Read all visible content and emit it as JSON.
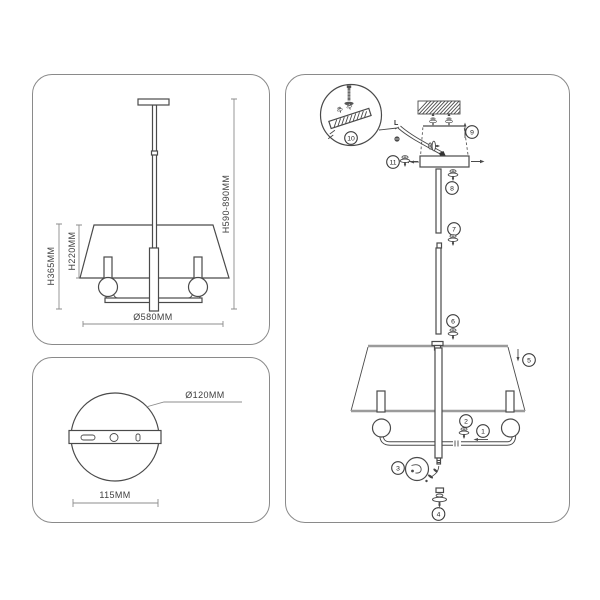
{
  "dimensions_panel": {
    "height_total": "H590-890MM",
    "height_fixture": "H365MM",
    "height_shade": "H220MM",
    "diameter_shade": "Ø580MM"
  },
  "canopy_panel": {
    "diameter": "Ø120MM",
    "plate_width": "115MM"
  },
  "assembly_panel": {
    "wire_label": "L",
    "steps": [
      "1",
      "2",
      "3",
      "4",
      "5",
      "6",
      "7",
      "8",
      "9",
      "10",
      "11"
    ]
  },
  "colors": {
    "line": "#4a4a4a",
    "shade_rim": "#9b9b9b",
    "panel_border": "#8a8a8a",
    "background": "#ffffff"
  }
}
